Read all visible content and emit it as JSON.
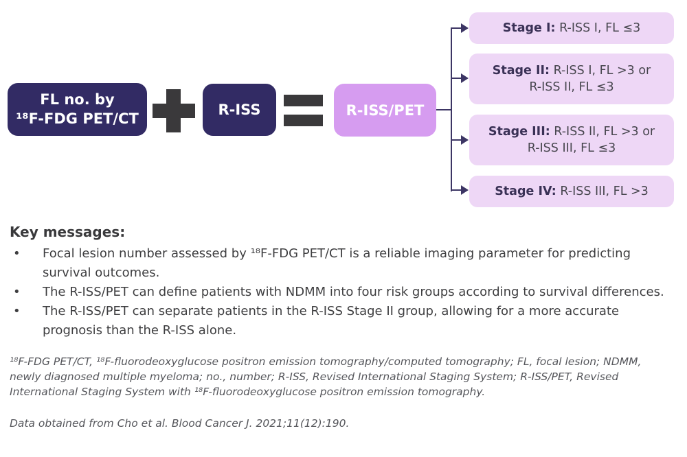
{
  "colors": {
    "navy_box": "#322b64",
    "operator_charcoal": "#3a393b",
    "lavender_box": "#d69cf0",
    "stage_box_bg": "#eed7f6",
    "connector_line": "#3c3564",
    "stage_label_text": "#3a3156",
    "stage_body_text": "#47464e",
    "key_message_text": "#3e3e40",
    "footnote_text": "#55565b"
  },
  "icons": {
    "plus": "plus-icon",
    "equals": "equals-icon",
    "arrow": "arrow-right-icon"
  },
  "diagram": {
    "fl_box": {
      "line1": "FL no. by",
      "line2": "¹⁸F-FDG PET/CT"
    },
    "plus_symbol": "+",
    "riss_box": "R-ISS",
    "equals_symbol": "=",
    "risspet_box": "R-ISS/PET",
    "stages": [
      {
        "label": "Stage I:",
        "line1": "R-ISS I, FL ≤3"
      },
      {
        "label": "Stage II:",
        "line1": "R-ISS I, FL >3 or",
        "line2": "R-ISS II, FL ≤3"
      },
      {
        "label": "Stage III:",
        "line1": "R-ISS II, FL >3 or",
        "line2": "R-ISS III, FL ≤3"
      },
      {
        "label": "Stage IV:",
        "line1": "R-ISS III, FL >3"
      }
    ]
  },
  "key_messages": {
    "heading": "Key messages:",
    "bullet_char": "•",
    "bullets": [
      "Focal lesion number assessed by ¹⁸F-FDG PET/CT is a reliable imaging parameter for predicting survival outcomes.",
      "The R-ISS/PET can define patients with NDMM into four risk groups according to survival differences.",
      "The R-ISS/PET can separate patients in the R-ISS Stage II group, allowing for a more accurate prognosis than the R-ISS alone."
    ]
  },
  "footnotes": {
    "abbreviations": "¹⁸F-FDG PET/CT, ¹⁸F-fluorodeoxyglucose positron emission tomography/computed tomography; FL, focal lesion; NDMM, newly diagnosed multiple myeloma; no., number; R-ISS, Revised International Staging System; R-ISS/PET, Revised International Staging System with ¹⁸F-fluorodeoxyglucose positron emission tomography.",
    "source": "Data obtained from Cho et al. Blood Cancer J. 2021;11(12):190."
  }
}
